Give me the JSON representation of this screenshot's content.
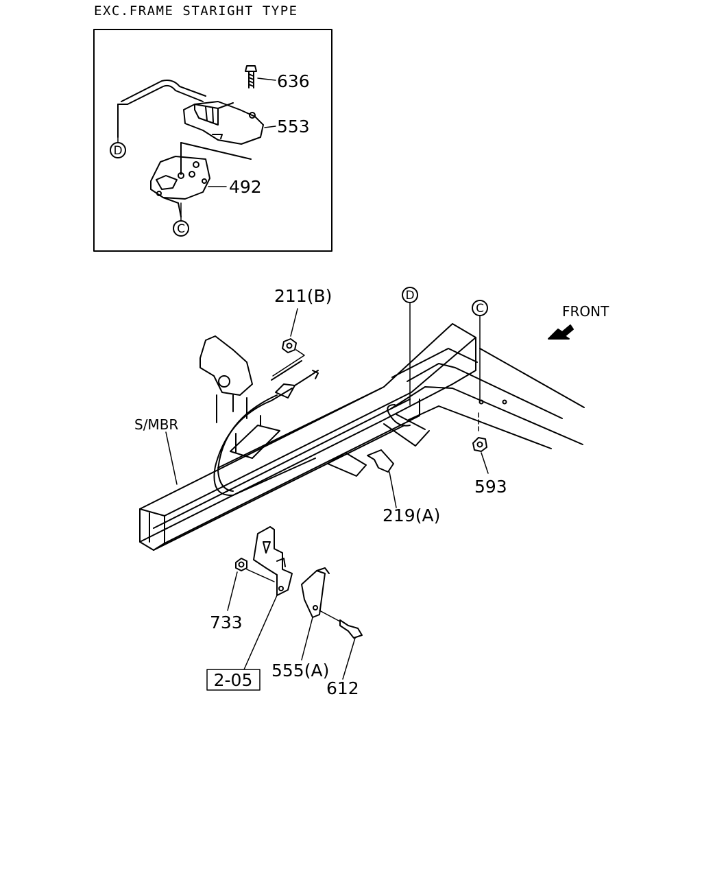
{
  "caption": "EXC.FRAME STARIGHT TYPE",
  "direction_label": "FRONT",
  "member_label": "S/MBR",
  "reference_box": "2-05",
  "callout_letters": {
    "d_inset": "D",
    "c_inset": "C",
    "d_main": "D",
    "c_main": "C"
  },
  "part_numbers": {
    "p636": "636",
    "p553": "553",
    "p492": "492",
    "p211b": "211(B)",
    "p593": "593",
    "p219a": "219(A)",
    "p733": "733",
    "p555a": "555(A)",
    "p612": "612"
  }
}
